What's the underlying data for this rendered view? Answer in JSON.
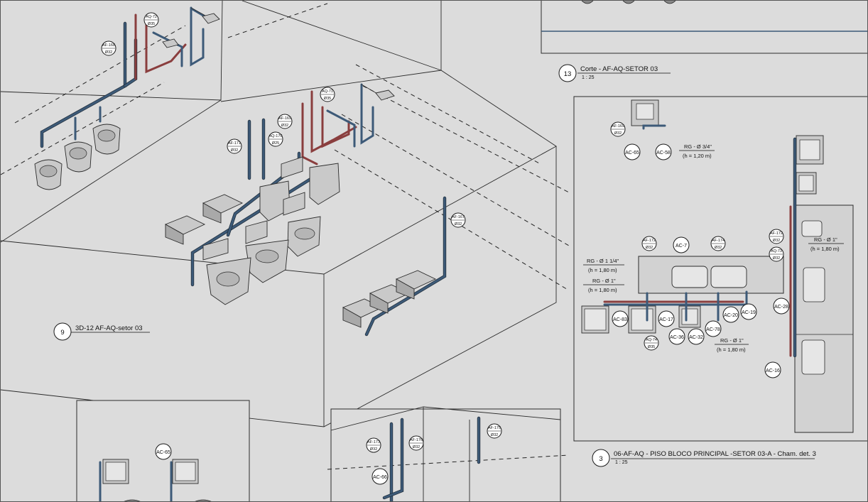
{
  "views": {
    "view9": {
      "number": "9",
      "title": "3D-12 AF-AQ-setor 03"
    },
    "view13": {
      "number": "13",
      "title": "Corte - AF-AQ-SETOR 03",
      "scale": "1 : 25"
    },
    "view3": {
      "number": "3",
      "title": "06-AF-AQ - PISO BLOCO PRINCIPAL -SETOR 03-A - Cham. det. 3",
      "scale": "1 : 25"
    }
  },
  "iso_tags": [
    {
      "top": "AQ-72",
      "bottom": "Ø35"
    },
    {
      "top": "AF-168",
      "bottom": "Ø32"
    },
    {
      "top": "AQ-71",
      "bottom": "Ø35"
    },
    {
      "top": "AF-169",
      "bottom": "Ø32"
    },
    {
      "top": "AQ-170",
      "bottom": "Ø25"
    },
    {
      "top": "AF-171",
      "bottom": "Ø32"
    },
    {
      "top": "AF-167",
      "bottom": "Ø32"
    }
  ],
  "plan_tags": [
    {
      "top": "AF-169",
      "bottom": "Ø32"
    },
    {
      "top": "AF-172",
      "bottom": "Ø32"
    },
    {
      "top": "AF-174",
      "bottom": "Ø32"
    },
    {
      "top": "AF-172",
      "bottom": "Ø32"
    },
    {
      "top": "AQ-73",
      "bottom": "Ø32"
    },
    {
      "top": "AQ-74",
      "bottom": "Ø35"
    }
  ],
  "ac_tags": [
    "AC-65",
    "AC-58",
    "AC-7",
    "AC-83",
    "AC-17",
    "AC-36",
    "AC-32",
    "AC-78",
    "AC-20",
    "AC-19",
    "AC-28",
    "AC-16"
  ],
  "pipe_notes": [
    {
      "line1": "RG - Ø 3/4\"",
      "line2": "(h = 1,20 m)"
    },
    {
      "line1": "RG - Ø 1 1/4\"",
      "line2": "(h = 1,80 m)"
    },
    {
      "line1": "RG - Ø 1\"",
      "line2": "(h = 1,80 m)"
    },
    {
      "line1": "RG - Ø 1\"",
      "line2": "(h = 1,80 m)"
    },
    {
      "line1": "RG - Ø 1\"",
      "line2": "(h = 1,80 m)"
    }
  ],
  "bottom_left": {
    "tag": "AC-65"
  },
  "bottom_mid": {
    "tags": [
      {
        "top": "AF-173",
        "bottom": "Ø32"
      },
      {
        "top": "AF-176",
        "bottom": "Ø32"
      },
      {
        "top": "AF-175",
        "bottom": "Ø32"
      }
    ],
    "ac_tag": "AC-66"
  },
  "colors": {
    "cold_water": "#3d5a78",
    "hot_water": "#8a3e3e",
    "background": "#dcdcdc"
  }
}
